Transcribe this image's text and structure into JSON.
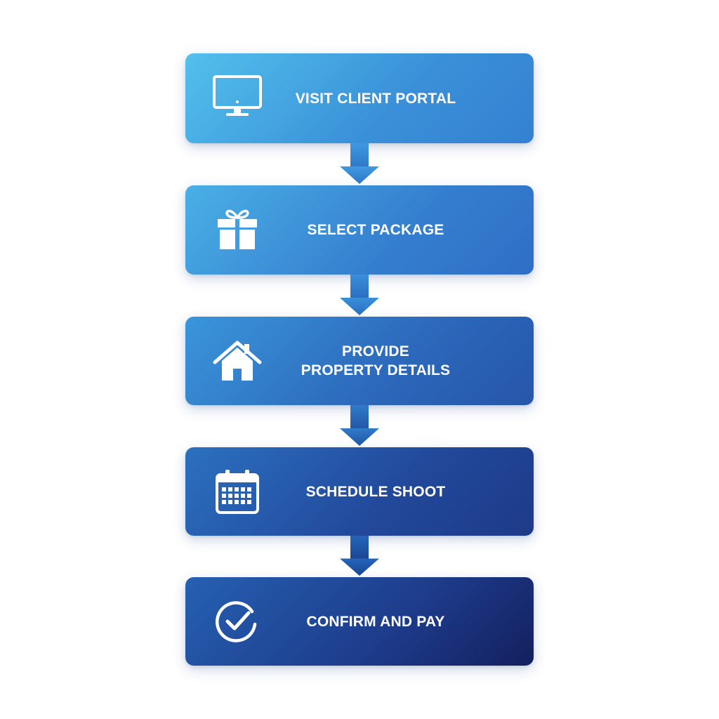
{
  "flow": {
    "steps": [
      {
        "label": "VISIT CLIENT PORTAL",
        "icon": "monitor-icon"
      },
      {
        "label": "SELECT PACKAGE",
        "icon": "gift-icon"
      },
      {
        "label_lines": [
          "PROVIDE",
          "PROPERTY DETAILS"
        ],
        "icon": "house-icon"
      },
      {
        "label": "SCHEDULE SHOOT",
        "icon": "calendar-icon"
      },
      {
        "label": "CONFIRM AND PAY",
        "icon": "check-circle-icon"
      }
    ],
    "colors": {
      "step_light": "#52c0ec",
      "step_dark": "#141f5e",
      "connector": "#3a8fd6",
      "text": "#ffffff"
    }
  }
}
